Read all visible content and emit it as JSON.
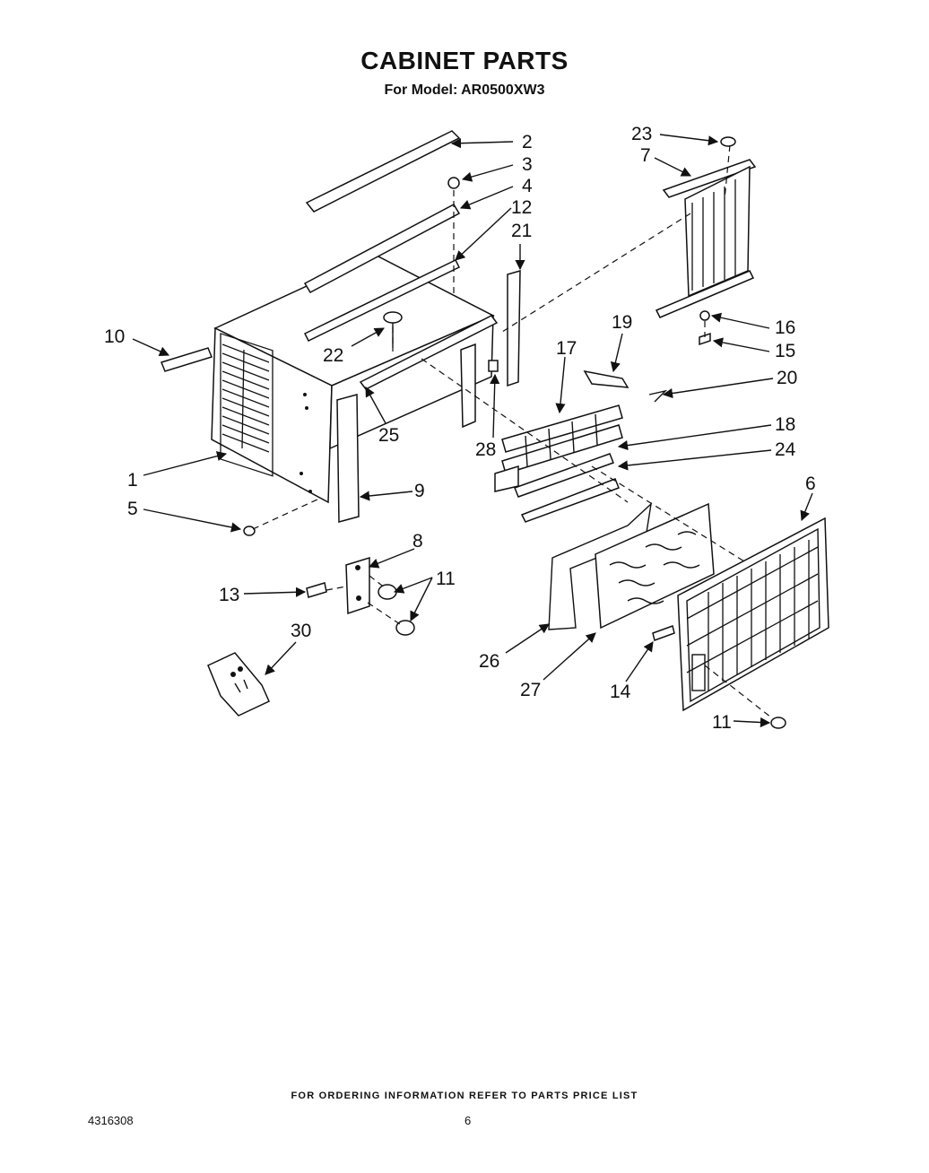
{
  "title": "CABINET PARTS",
  "subtitle": "For Model: AR0500XW3",
  "footer": {
    "ordering_note": "FOR ORDERING INFORMATION REFER TO PARTS PRICE LIST",
    "document_number": "4316308",
    "page_number": "6"
  },
  "callouts": {
    "c1": "1",
    "c2": "2",
    "c3": "3",
    "c4": "4",
    "c5": "5",
    "c6": "6",
    "c7": "7",
    "c8": "8",
    "c9": "9",
    "c10": "10",
    "c11a": "11",
    "c11b": "11",
    "c12": "12",
    "c13": "13",
    "c14": "14",
    "c15": "15",
    "c16": "16",
    "c17": "17",
    "c18": "18",
    "c19": "19",
    "c20": "20",
    "c21": "21",
    "c22": "22",
    "c23": "23",
    "c24": "24",
    "c25": "25",
    "c26": "26",
    "c27": "27",
    "c28": "28",
    "c30": "30"
  }
}
